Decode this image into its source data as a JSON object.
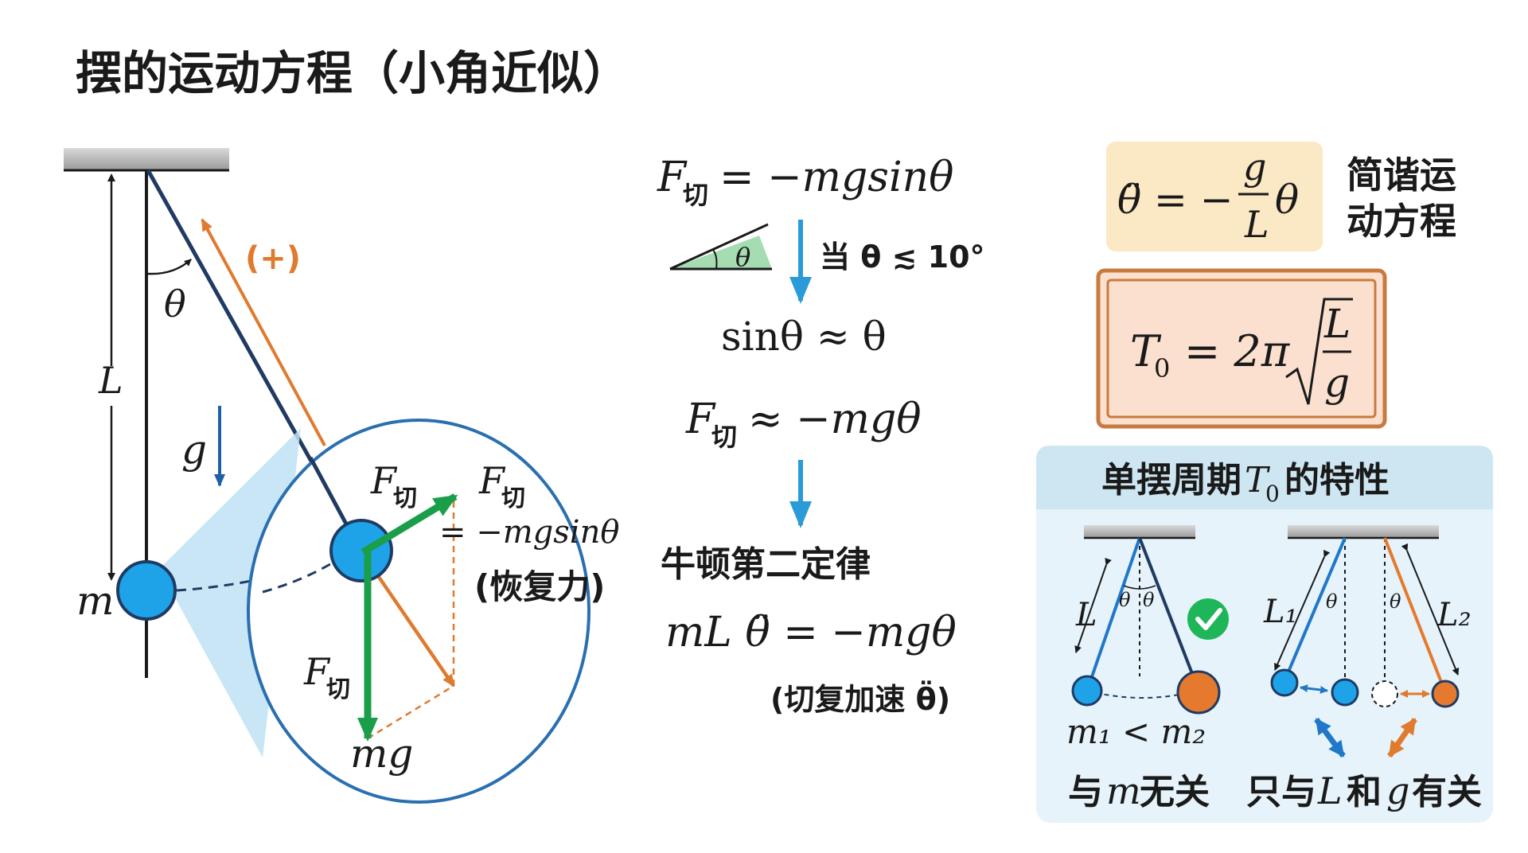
{
  "title": "摆的运动方程（小角近似）",
  "left_diagram": {
    "labels": {
      "theta": "θ",
      "length": "L",
      "gravity": "g",
      "mass": "m",
      "positive_direction": "(+)"
    },
    "zoom": {
      "f_tangent_symbol": "F",
      "f_tangent_sub": "切",
      "f_tangent_equals": "= −mgsinθ",
      "restoring_force": "(恢复力)",
      "weight": "mg"
    }
  },
  "derivation": {
    "eq1_lhs": "F",
    "eq1_sub": "切",
    "eq1_rhs": "= −mgsinθ",
    "triangle_angle": "θ",
    "condition": "当 θ ≲ 10°",
    "approx1": "sinθ ≈ θ",
    "eq2_lhs": "F",
    "eq2_sub": "切",
    "eq2_rhs": "≈ −mgθ",
    "newton_law": "牛顿第二定律",
    "eq3": "mL θ̈ = −mgθ",
    "eq3_note": "(切复加速 θ̈)"
  },
  "results": {
    "shm_label": "简谐运动方程",
    "shm_eq": {
      "lhs": "θ̈ = −",
      "num": "g",
      "den": "L",
      "rhs": "θ"
    },
    "period_eq": {
      "lhs": "T",
      "lhs_sub": "0",
      "mid": "= 2π",
      "num": "L",
      "den": "g"
    }
  },
  "properties": {
    "heading_pre": "单摆周期",
    "heading_sym": "T",
    "heading_sub": "0",
    "heading_post": "的特性",
    "left": {
      "length": "L",
      "angle": "θ",
      "mass_compare": "m₁ < m₂",
      "caption_pre": "与",
      "caption_sym": "m",
      "caption_post": "无关"
    },
    "right": {
      "length1": "L₁",
      "length2": "L₂",
      "angle": "θ",
      "caption_pre": "只与",
      "caption_sym1": "L",
      "caption_mid": "和",
      "caption_sym2": "g",
      "caption_post": "有关"
    }
  },
  "colors": {
    "bob": "#1ea3e8",
    "bob_orange": "#e57a2e",
    "rod": "#1f3b63",
    "tangent_force": "#1a9e4a",
    "weight_component": "#e07a2e",
    "arrow_blue": "#2a9bd8",
    "zoom_circle": "#2a6fb0",
    "shm_box": "#fbe8c4",
    "period_box": "#fbe0cf",
    "period_border": "#c97a3e",
    "panel_bg": "#e6f3fa",
    "panel_head": "#cde6f2",
    "check": "#1fb65a"
  }
}
